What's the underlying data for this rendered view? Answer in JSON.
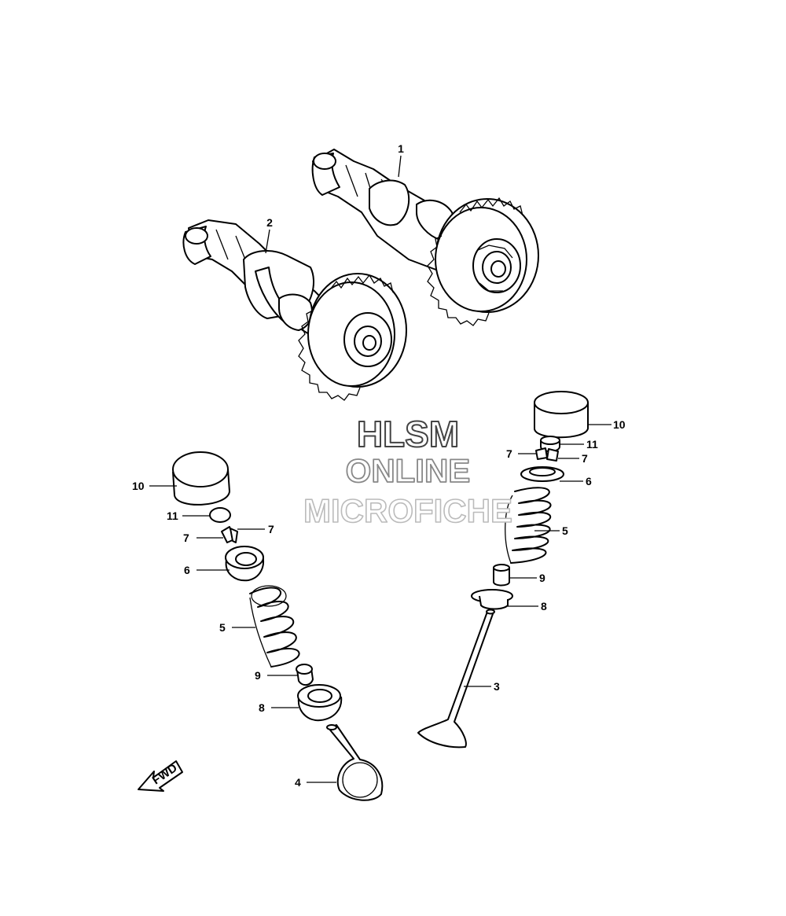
{
  "watermark": {
    "line1": "HLSM",
    "line2": "ONLINE",
    "line3": "MICROFICHE"
  },
  "fwd_label": "FWD",
  "callouts": [
    {
      "id": "c1",
      "label": "1"
    },
    {
      "id": "c2",
      "label": "2"
    },
    {
      "id": "c10r",
      "label": "10"
    },
    {
      "id": "c11r",
      "label": "11"
    },
    {
      "id": "c7ra",
      "label": "7"
    },
    {
      "id": "c7rb",
      "label": "7"
    },
    {
      "id": "c6r",
      "label": "6"
    },
    {
      "id": "c5r",
      "label": "5"
    },
    {
      "id": "c9r",
      "label": "9"
    },
    {
      "id": "c8r",
      "label": "8"
    },
    {
      "id": "c3",
      "label": "3"
    },
    {
      "id": "c10l",
      "label": "10"
    },
    {
      "id": "c11l",
      "label": "11"
    },
    {
      "id": "c7la",
      "label": "7"
    },
    {
      "id": "c7lb",
      "label": "7"
    },
    {
      "id": "c6l",
      "label": "6"
    },
    {
      "id": "c5l",
      "label": "5"
    },
    {
      "id": "c9l",
      "label": "9"
    },
    {
      "id": "c8l",
      "label": "8"
    },
    {
      "id": "c4",
      "label": "4"
    }
  ]
}
